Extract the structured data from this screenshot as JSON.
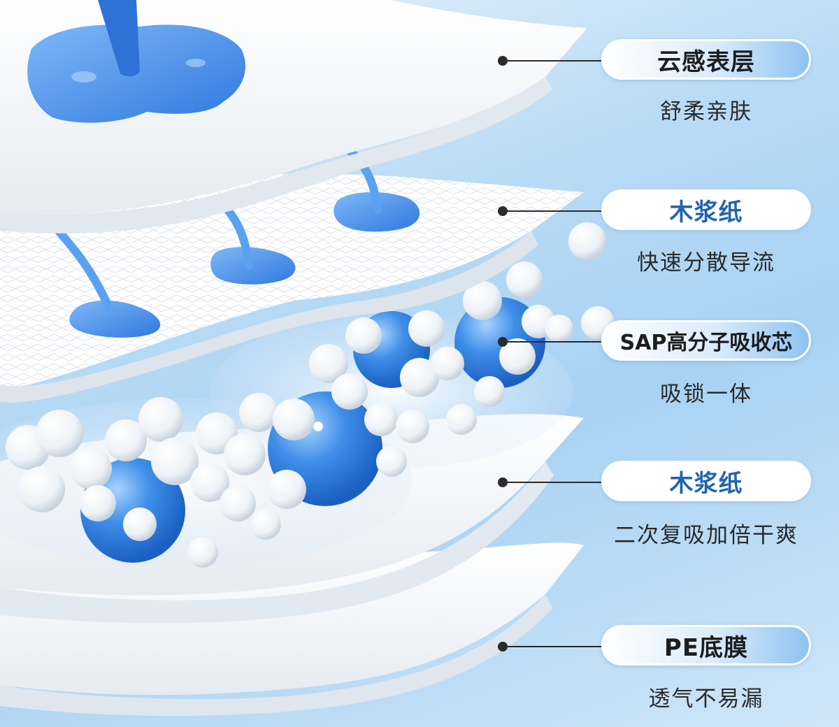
{
  "layers": [
    {
      "title": "云感表层",
      "subtitle": "舒柔亲肤",
      "pill_style": "blue"
    },
    {
      "title": "木浆纸",
      "subtitle": "快速分散导流",
      "pill_style": "white"
    },
    {
      "title": "SAP高分子吸收芯",
      "subtitle": "吸锁一体",
      "pill_style": "blue"
    },
    {
      "title": "木浆纸",
      "subtitle": "二次复吸加倍干爽",
      "pill_style": "white"
    },
    {
      "title": "PE底膜",
      "subtitle": "透气不易漏",
      "pill_style": "blue"
    }
  ],
  "colors": {
    "title_dark": "#1d1d1f",
    "title_blue": "#2264b0",
    "water": "#3b86e6",
    "gel": "#2f7fe0"
  }
}
